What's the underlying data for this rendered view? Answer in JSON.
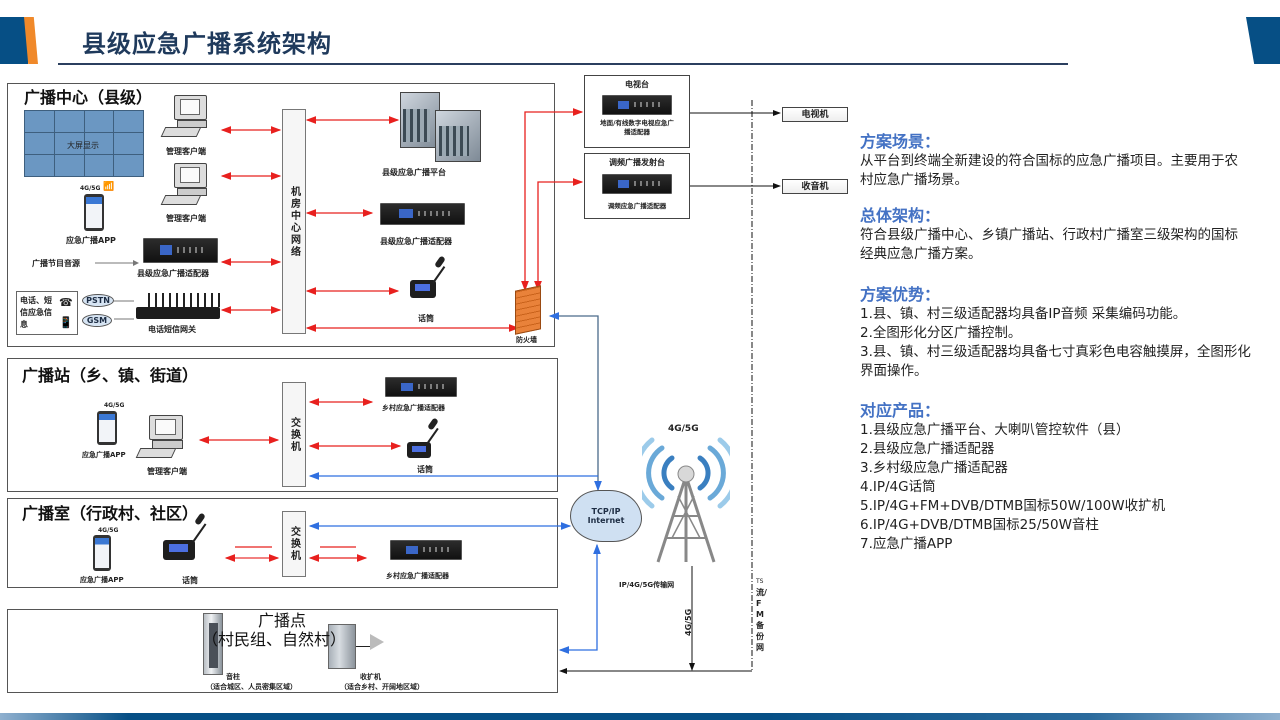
{
  "header": {
    "title": "县级应急广播系统架构"
  },
  "diagram": {
    "county": {
      "title": "广播中心（县级）",
      "video_wall": "大屏显示",
      "mgmt_client_1": "管理客户端",
      "mgmt_client_2": "管理客户端",
      "app_signal": "4G/5G",
      "app": "应急广播APP",
      "program_source": "广播节目音源",
      "adapter_left": "县级应急广播适配器",
      "sms_source": "电话、短信应急信息",
      "pstn": "PSTN",
      "gsm": "GSM",
      "sms_gateway": "电话短信网关",
      "network_bar": "机房中心网络",
      "platform": "县级应急广播平台",
      "adapter_right": "县级应急广播适配器",
      "mic": "话筒",
      "firewall": "防火墙"
    },
    "tv_station": {
      "title": "电视台",
      "device": "地面/有线数字电视应急广播适配器"
    },
    "fm_station": {
      "title": "调频广播发射台",
      "device": "调频应急广播适配器"
    },
    "tv_set": "电视机",
    "radio_set": "收音机",
    "township": {
      "title": "广播站（乡、镇、街道）",
      "app_signal": "4G/5G",
      "app": "应急广播APP",
      "mgmt_client": "管理客户端",
      "switch": "交换机",
      "adapter": "乡村应急广播适配器",
      "mic": "话筒"
    },
    "village": {
      "title": "广播室（行政村、社区）",
      "app_signal": "4G/5G",
      "app": "应急广播APP",
      "mic": "话筒",
      "switch": "交换机",
      "adapter": "乡村应急广播适配器"
    },
    "point": {
      "title": "广播点",
      "subtitle": "（村民组、自然村）",
      "column_speaker": "音柱",
      "column_speaker_note": "（适合城区、人员密集区域）",
      "amplifier": "收扩机",
      "amplifier_note": "（适合乡村、开阔地区域）"
    },
    "internet": {
      "line1": "TCP/IP",
      "line2": "Internet"
    },
    "tower": {
      "label": "4G/5G",
      "network": "IP/4G/5G传输网",
      "link": "4G/5G"
    },
    "backup": {
      "ts": "TS",
      "line": "流/FM备份网"
    }
  },
  "panel": {
    "scenario": {
      "heading": "方案场景：",
      "text": "从平台到终端全新建设的符合国标的应急广播项目。主要用于农村应急广播场景。"
    },
    "architecture": {
      "heading": "总体架构：",
      "text": "符合县级广播中心、乡镇广播站、行政村广播室三级架构的国标经典应急广播方案。"
    },
    "advantages": {
      "heading": "方案优势：",
      "items": [
        "1.县、镇、村三级适配器均具备IP音频  采集编码功能。",
        "2.全图形化分区广播控制。",
        "3.县、镇、村三级适配器均具备七寸真彩色电容触摸屏，全图形化界面操作。"
      ]
    },
    "products": {
      "heading": "对应产品：",
      "items": [
        "1.县级应急广播平台、大喇叭管控软件（县）",
        "2.县级应急广播适配器",
        "3.乡村级应急广播适配器",
        "4.IP/4G话筒",
        "5.IP/4G+FM+DVB/DTMB国标50W/100W收扩机",
        "6.IP/4G+DVB/DTMB国标25/50W音柱",
        "7.应急广播APP"
      ]
    }
  },
  "colors": {
    "brand_blue": "#064f85",
    "accent_orange": "#f0892a",
    "heading_blue": "#4472c4",
    "link_red": "#e8201e",
    "link_blue": "#2f6fe0"
  }
}
